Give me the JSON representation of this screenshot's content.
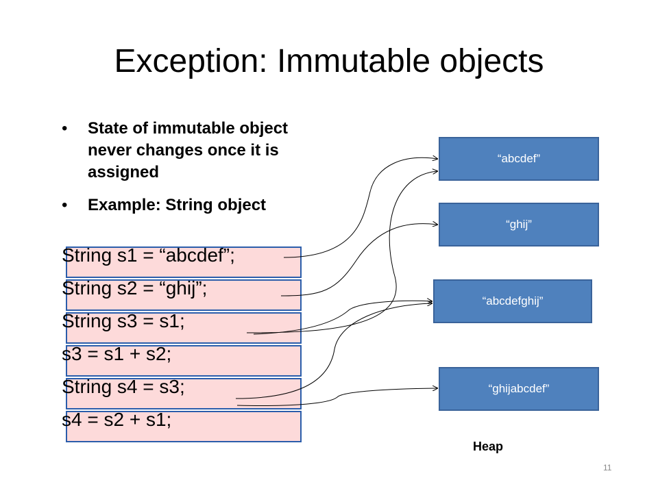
{
  "slide": {
    "title": "Exception: Immutable objects",
    "bullets": [
      "State of immutable object never changes once it is assigned",
      "Example: String object"
    ],
    "code": [
      "String s1 = “abcdef”;",
      "String s2 = “ghij”;",
      "String s3 = s1;",
      "s3 = s1 + s2;",
      "String s4 = s3;",
      "s4 = s2 + s1;"
    ],
    "heap": [
      "“abcdef”",
      "“ghij”",
      "“abcdefghij”",
      "“ghijabcdef”"
    ],
    "heap_label": "Heap",
    "page_number": "11"
  },
  "colors": {
    "code_box_fill": "#fddada",
    "code_box_border": "#2a5dab",
    "heap_box_fill": "#4f81bd"
  }
}
